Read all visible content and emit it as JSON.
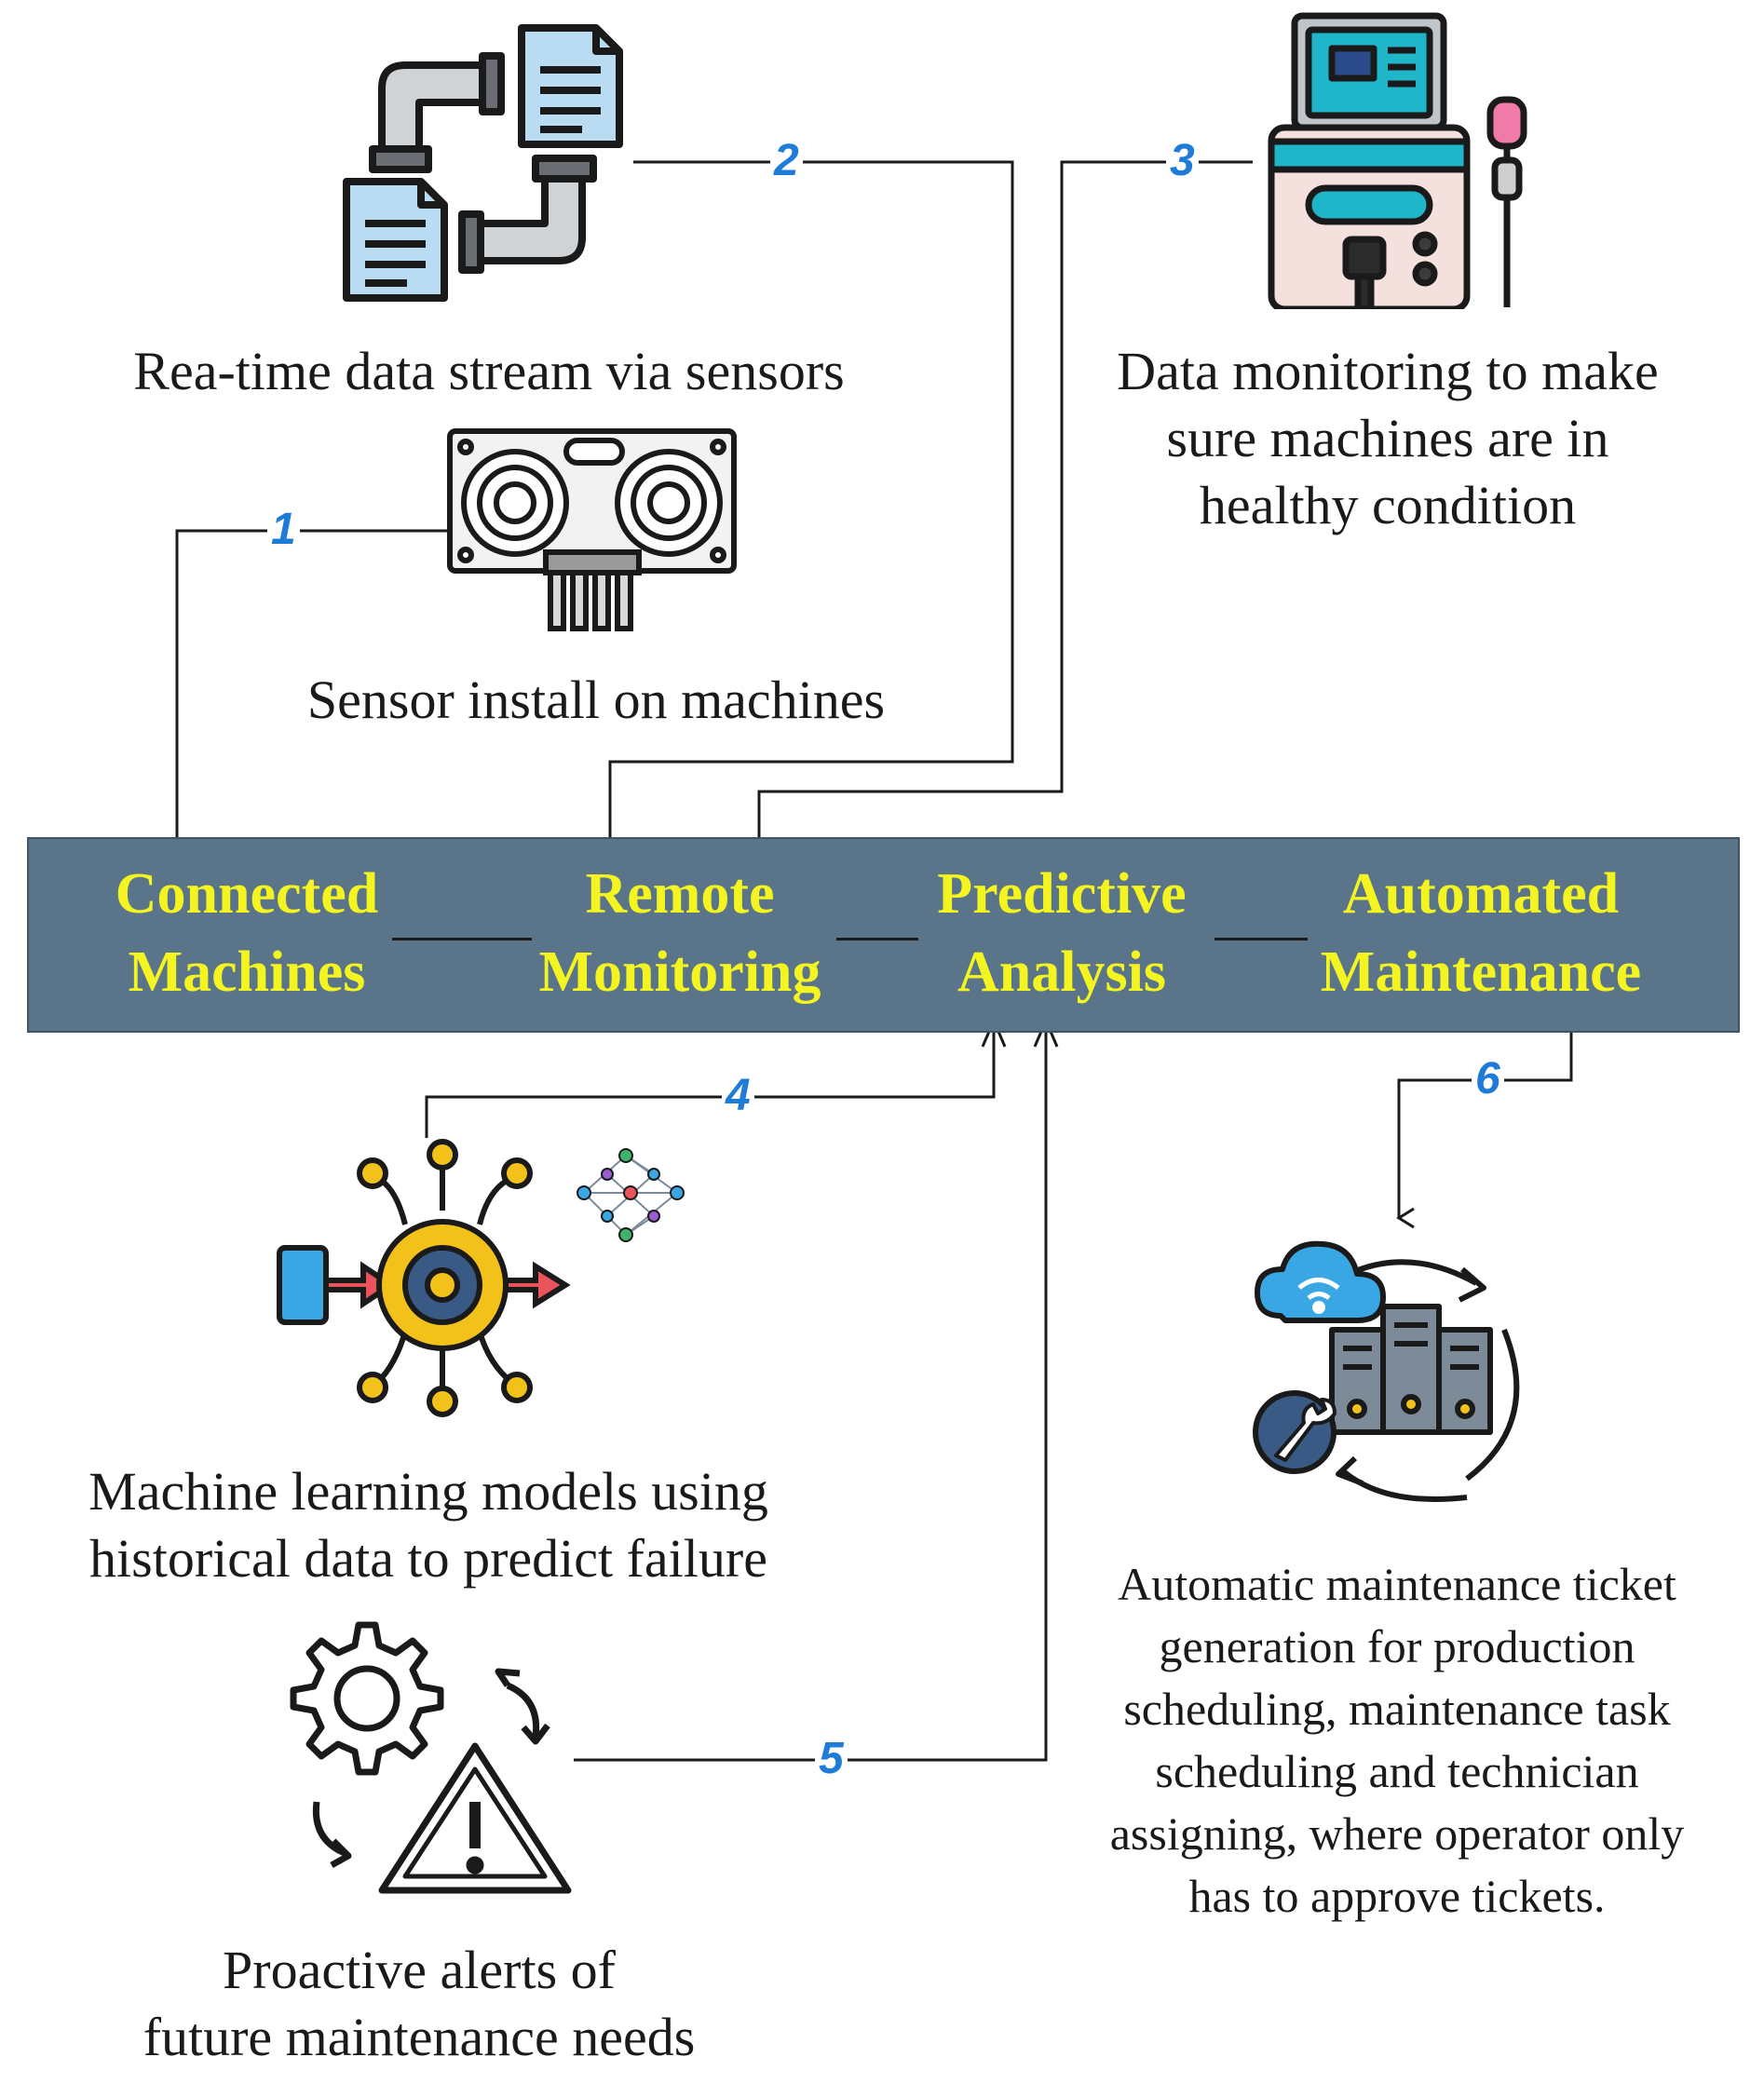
{
  "bar": {
    "color": "#5a7489",
    "label_color": "#f4f420",
    "stages": [
      {
        "line1": "Connected",
        "line2": "Machines"
      },
      {
        "line1": "Remote",
        "line2": "Monitoring"
      },
      {
        "line1": "Predictive",
        "line2": "Analysis"
      },
      {
        "line1": "Automated",
        "line2": "Maintenance"
      }
    ]
  },
  "steps": {
    "s1": {
      "number": "1"
    },
    "s2": {
      "number": "2"
    },
    "s3": {
      "number": "3"
    },
    "s4": {
      "number": "4"
    },
    "s5": {
      "number": "5"
    },
    "s6": {
      "number": "6"
    }
  },
  "captions": {
    "data_stream": "Rea-time data stream via sensors",
    "sensor_install": "Sensor install on machines",
    "data_monitoring": [
      "Data monitoring to make",
      "sure machines are in",
      "healthy condition"
    ],
    "ml_models": [
      "Machine learning models using",
      "historical data to predict failure"
    ],
    "proactive_alerts": [
      "Proactive alerts of",
      "future maintenance needs"
    ],
    "automatic_ticket": [
      "Automatic maintenance ticket",
      "generation for production",
      "scheduling, maintenance task",
      "scheduling and technician",
      "assigning, where operator only",
      "has to approve tickets."
    ]
  },
  "icons": {
    "pipes_docs": "data-stream-icon",
    "sensor": "ultrasonic-sensor-icon",
    "monitor": "monitoring-machine-icon",
    "ml": "machine-learning-icon",
    "network": "neural-network-icon",
    "alert": "gear-warning-icon",
    "cloud": "cloud-server-maintenance-icon"
  },
  "colors": {
    "step_number": "#1f7bd8",
    "connector": "#1a1a1a"
  }
}
